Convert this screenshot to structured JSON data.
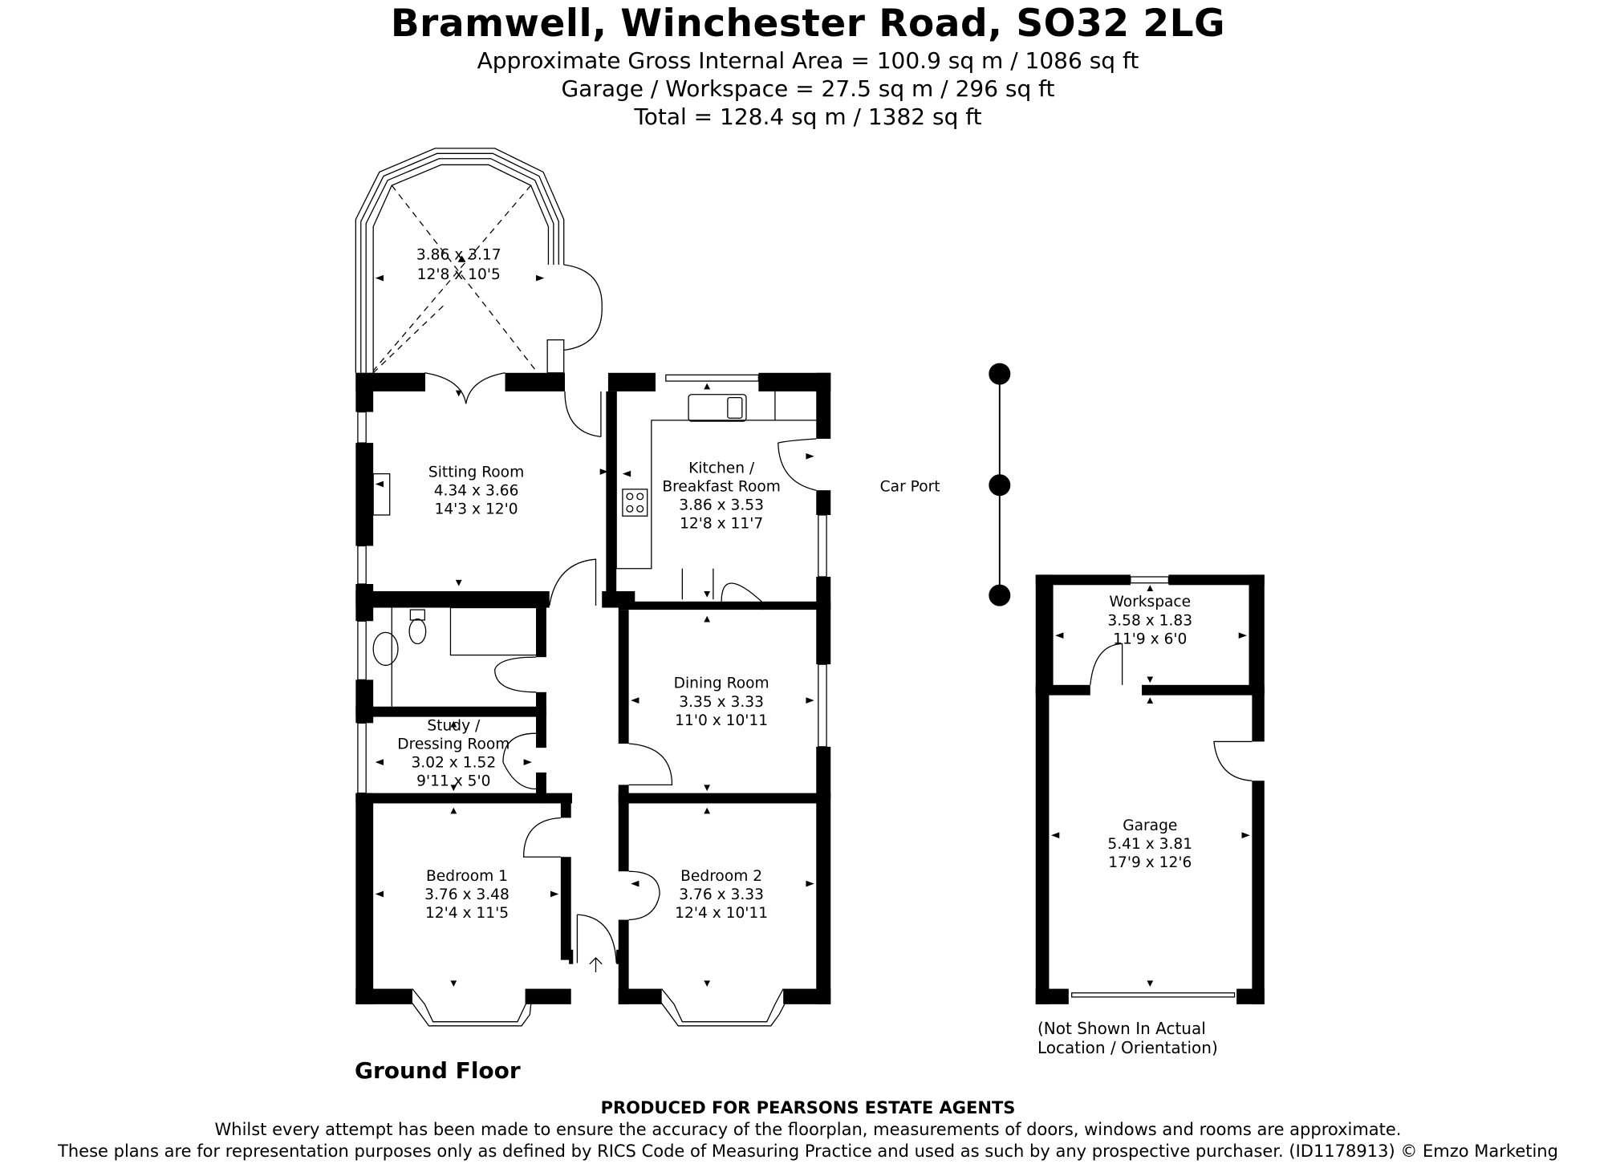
{
  "header": {
    "title": "Bramwell, Winchester Road, SO32 2LG",
    "area_lines": [
      "Approximate Gross Internal Area = 100.9 sq m / 1086 sq ft",
      "Garage / Workspace = 27.5 sq m / 296 sq ft",
      "Total = 128.4 sq m / 1382 sq ft"
    ]
  },
  "rooms": {
    "conservatory": {
      "name": "",
      "metric": "3.86 x 3.17",
      "imperial": "12'8 x 10'5"
    },
    "sitting_room": {
      "name": "Sitting Room",
      "metric": "4.34 x 3.66",
      "imperial": "14'3 x 12'0"
    },
    "kitchen": {
      "name_line1": "Kitchen /",
      "name_line2": "Breakfast Room",
      "metric": "3.86 x 3.53",
      "imperial": "12'8 x 11'7"
    },
    "dining_room": {
      "name": "Dining Room",
      "metric": "3.35 x 3.33",
      "imperial": "11'0 x 10'11"
    },
    "study": {
      "name_line1": "Study /",
      "name_line2": "Dressing Room",
      "metric": "3.02 x 1.52",
      "imperial": "9'11 x 5'0"
    },
    "bedroom_1": {
      "name": "Bedroom 1",
      "metric": "3.76 x 3.48",
      "imperial": "12'4 x 11'5"
    },
    "bedroom_2": {
      "name": "Bedroom 2",
      "metric": "3.76 x 3.33",
      "imperial": "12'4 x 10'11"
    },
    "workspace": {
      "name": "Workspace",
      "metric": "3.58 x 1.83",
      "imperial": "11'9 x 6'0"
    },
    "garage": {
      "name": "Garage",
      "metric": "5.41 x 3.81",
      "imperial": "17'9 x 12'6"
    }
  },
  "labels": {
    "car_port": "Car Port",
    "floor_name": "Ground Floor",
    "outbuilding_note_line1": "(Not Shown In Actual",
    "outbuilding_note_line2": "Location / Orientation)"
  },
  "footer": {
    "produced_for": "PRODUCED FOR PEARSONS ESTATE AGENTS",
    "disclaimer_line1": "Whilst every attempt has been made to ensure the accuracy of the floorplan, measurements of doors, windows and rooms are approximate.",
    "disclaimer_line2": "These plans are for representation purposes only as defined by RICS Code of Measuring Practice and used as such by any prospective purchaser. (ID1178913) © Emzo Marketing"
  },
  "colors": {
    "wall": "#000000",
    "background": "#ffffff",
    "line": "#000000"
  }
}
